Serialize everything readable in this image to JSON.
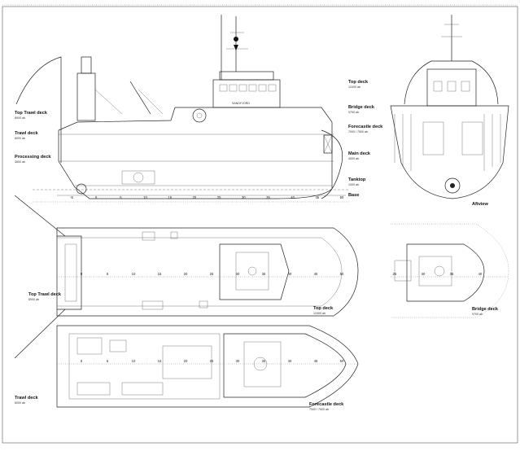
{
  "profile_view": {
    "deck_labels": [
      {
        "name": "Top Trawl deck",
        "sub": "8900 ab"
      },
      {
        "name": "Trawl deck",
        "sub": "6000 ab"
      },
      {
        "name": "Processing deck",
        "sub": "3600 ab"
      }
    ],
    "vessel_name": "SANDFJORD",
    "frame_numbers": [
      "-5",
      "0",
      "5",
      "10",
      "15",
      "20",
      "25",
      "30",
      "35",
      "40",
      "45",
      "50"
    ]
  },
  "right_deck_labels": [
    {
      "name": "Top deck",
      "sub": "12400 ab"
    },
    {
      "name": "Bridge deck",
      "sub": "9700 ab"
    },
    {
      "name": "Forecastle deck",
      "sub": "7000 / 7500 ab"
    },
    {
      "name": "Main deck",
      "sub": "4000 ab"
    },
    {
      "name": "Tanktop",
      "sub": "1000 ab"
    },
    {
      "name": "Base",
      "sub": ""
    }
  ],
  "aft_view": {
    "label": "Aftview"
  },
  "top_deck_plan": {
    "label": "Top Trawl deck",
    "sub": "8900 ab",
    "right_label": "Top deck",
    "right_sub": "12400 ab",
    "frame_numbers": [
      "0",
      "5",
      "10",
      "15",
      "20",
      "25",
      "30",
      "35",
      "40",
      "45",
      "50"
    ]
  },
  "bridge_plan": {
    "label": "Bridge deck",
    "sub": "9700 ab",
    "frame_numbers": [
      "25",
      "30",
      "35",
      "40"
    ]
  },
  "trawl_deck_plan": {
    "label": "Trawl deck",
    "sub": "6000 ab",
    "right_label": "Forecastle deck",
    "right_sub": "7000 / 7500 ab",
    "frame_numbers": [
      "0",
      "5",
      "10",
      "15",
      "20",
      "25",
      "30",
      "35",
      "40",
      "45",
      "50"
    ]
  }
}
